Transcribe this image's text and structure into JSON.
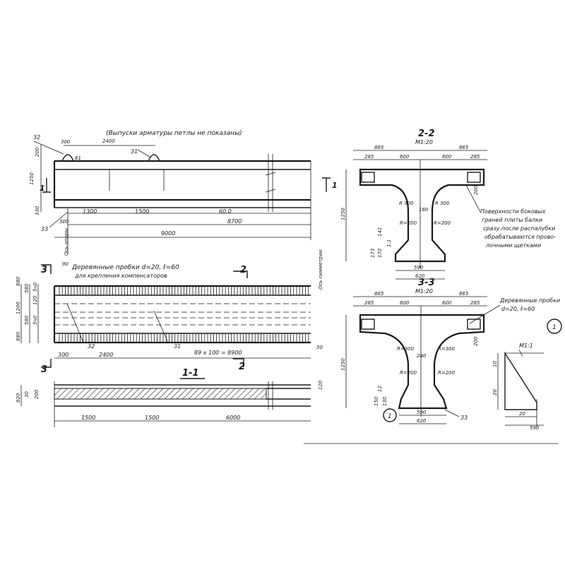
{
  "elevation": {
    "note": "(Выпуски арматуры петлы не показаны)",
    "pos_32": "32",
    "pos_31": "31",
    "dim_300_top": "300",
    "dim_2400_top": "2400",
    "dim_1250": "1250",
    "dim_200_left": "200",
    "dim_330": "330",
    "sec_1": "1",
    "dim_1300": "1300",
    "dim_1500": "1500",
    "dim_600": "60.0",
    "dim_8700": "8700",
    "dim_9000": "9000",
    "dim_300_low": "300",
    "pos_33": "33",
    "axis_opor": "Ось опоры",
    "axis_sym": "Ось симметрии"
  },
  "plan": {
    "sec_3": "3",
    "dim_90": "90",
    "note_plugs": "Деревянные пробки d=20, ℓ=60",
    "note_plugs2": "для крепления компенсаторов",
    "sec_2": "2",
    "dims_left": [
      "880",
      "1200",
      "580",
      "120",
      "580",
      "880",
      "5ч0",
      "5ч0"
    ],
    "pos_32": "32",
    "pos_31": "31",
    "dim_300": "300",
    "dim_2400": "2400",
    "dim_grid": "89 х 100 = 8900",
    "dim_50": "50",
    "sec_2b": "2"
  },
  "section11": {
    "title": "1-1",
    "dims_left": [
      "620",
      "30",
      "200"
    ],
    "dim_1500": "1500",
    "dim_6000": "6000",
    "dim_left": "1500",
    "dim_120": "120"
  },
  "section22": {
    "title": "2-2",
    "scale": "М1:20",
    "dims_top": [
      "865",
      "865",
      "285",
      "600",
      "600",
      "285"
    ],
    "dim_1250": "1250",
    "r1": "R 300",
    "r2": "R 300",
    "dim_160": "160",
    "r3": "R=200",
    "r4": "R=200",
    "dims_left": [
      "172",
      "141",
      "173",
      "1:1"
    ],
    "dim_590": "590",
    "dim_620": "620",
    "dim_200": "200",
    "note": [
      "Поверхности боковых",
      "граней плиты балки",
      "сразу после распалубки",
      "обрабатываются прово-",
      "лочными щетками"
    ]
  },
  "section33": {
    "title": "3-3",
    "scale": "М1:20",
    "dims_top": [
      "865",
      "865",
      "285",
      "600",
      "600",
      "285"
    ],
    "note": [
      "Деревянные пробки",
      "d=20,  ℓ=60"
    ],
    "dim_1250": "1250",
    "r1": "R=300",
    "r2": "R=300",
    "dim_280": "280",
    "r3": "R=200",
    "r4": "R=200",
    "dims_left": [
      "12",
      "150",
      "130"
    ],
    "dim_590": "590",
    "dim_620": "620",
    "pos_33": "33",
    "callout": "1",
    "dim_200": "200"
  },
  "detail": {
    "callout": "1",
    "scale": "М1:1",
    "dim_10": "10",
    "dim_20v": "20",
    "dim_20h": "20",
    "dim_590": "590"
  }
}
